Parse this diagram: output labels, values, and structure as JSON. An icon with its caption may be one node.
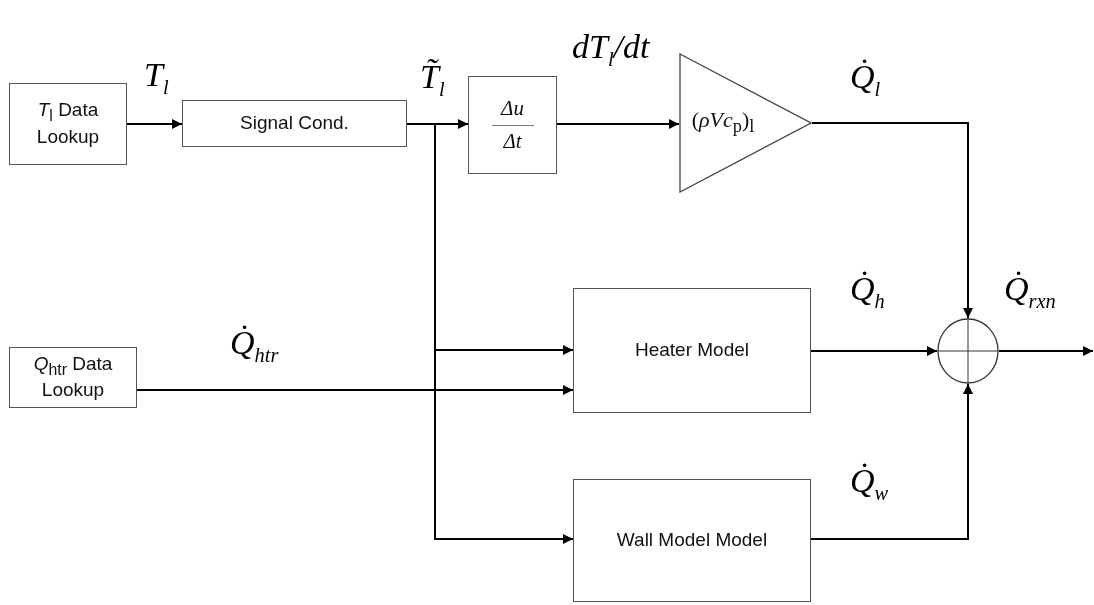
{
  "diagram": {
    "nodes": [
      {
        "text": [
          "*T*$_{l}$ Data Lookup"
        ]
      },
      {
        "text": [
          "Signal Cond."
        ]
      },
      {
        "text": [
          "Δu",
          "Δt"
        ]
      },
      {
        "text": [
          "(*ρVc*$_{p}$)$_{l}$"
        ]
      },
      {
        "text": [
          "Heater Model"
        ]
      },
      {
        "text": [
          "Wall Model Model"
        ]
      },
      {
        "text": [
          "*Q*$_{htr}$ Data Lookup"
        ]
      },
      {
        "text": [],
        "shape": "circle"
      }
    ],
    "edges": [
      {
        "from": 0,
        "to": 1,
        "arrow": "to",
        "label": "T$_{l}$"
      },
      {
        "from": 1,
        "to": 2,
        "arrow": "to",
        "label": "T̃$_{l}$"
      },
      {
        "from": 1,
        "to": 4,
        "arrow": "to"
      },
      {
        "from": 1,
        "to": 5,
        "arrow": "to"
      },
      {
        "from": 2,
        "to": 3,
        "arrow": "to",
        "label": "dT$_{l}$/dt"
      },
      {
        "from": 3,
        "to": 7,
        "arrow": "to",
        "label": "Q̇$_{l}$"
      },
      {
        "from": 6,
        "to": 4,
        "arrow": "to",
        "label": "Q̇$_{htr}$"
      },
      {
        "from": 4,
        "to": 7,
        "arrow": "to",
        "label": "Q̇$_{h}$"
      },
      {
        "from": 5,
        "to": 7,
        "arrow": "to",
        "label": "Q̇$_{w}$"
      },
      {
        "from": 7,
        "to": null,
        "arrow": "to",
        "label": "Q̇$_{rxn}$"
      }
    ]
  }
}
